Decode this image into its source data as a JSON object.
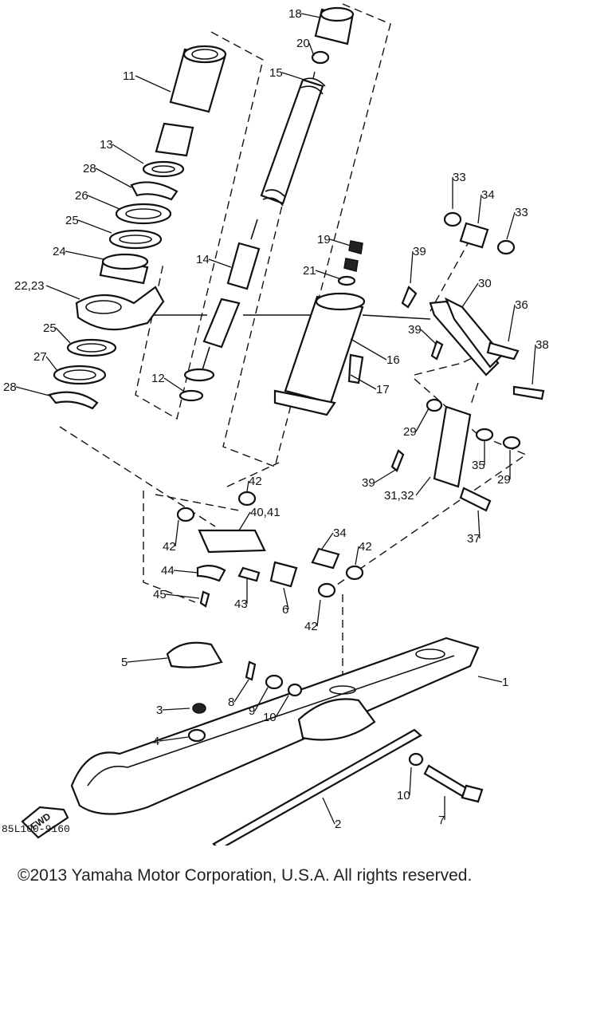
{
  "diagram": {
    "diagram_code": "85L100-9160",
    "fwd_label": "FWD",
    "callouts": [
      "18",
      "20",
      "15",
      "11",
      "13",
      "28",
      "26",
      "25",
      "24",
      "22,23",
      "25",
      "27",
      "28",
      "14",
      "12",
      "19",
      "21",
      "16",
      "17",
      "33",
      "34",
      "33",
      "39",
      "30",
      "36",
      "39",
      "38",
      "29",
      "35",
      "29",
      "39",
      "31,32",
      "37",
      "42",
      "40,41",
      "42",
      "34",
      "42",
      "44",
      "45",
      "43",
      "6",
      "42",
      "5",
      "1",
      "8",
      "9",
      "10",
      "3",
      "4",
      "10",
      "7",
      "2"
    ]
  },
  "footer": {
    "copyright": "©2013 Yamaha Motor Corporation, U.S.A. All rights reserved."
  }
}
